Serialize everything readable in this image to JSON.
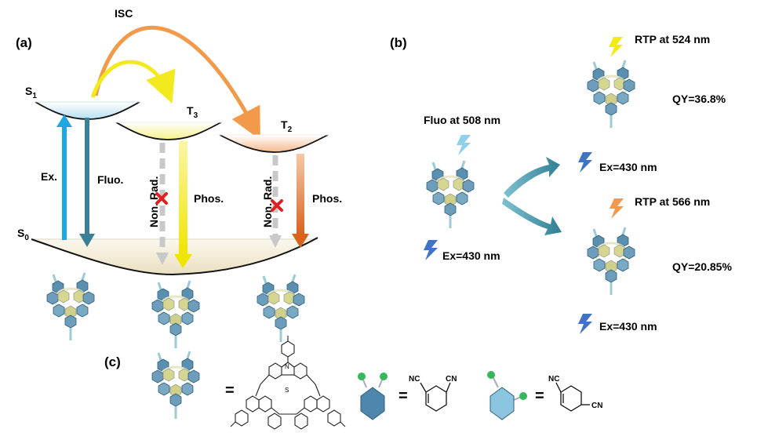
{
  "panel_a": {
    "label": "(a)",
    "isc": "ISC",
    "s1": "S",
    "s1_sub": "1",
    "s0": "S",
    "s0_sub": "0",
    "t3": "T",
    "t3_sub": "3",
    "t2": "T",
    "t2_sub": "2",
    "ex": "Ex.",
    "fluo": "Fluo.",
    "nonrad_1": "Non. Rad.",
    "phos_1": "Phos.",
    "nonrad_2": "Non. Rad.",
    "phos_2": "Phos."
  },
  "panel_b": {
    "label": "(b)",
    "fluo": "Fluo at 508 nm",
    "ex_left": "Ex=430 nm",
    "rtp_top": "RTP at 524 nm",
    "qy_top": "QY=36.8%",
    "ex_top": "Ex=430 nm",
    "rtp_bottom": "RTP at 566 nm",
    "qy_bottom": "QY=20.85%",
    "ex_bottom": "Ex=430 nm"
  },
  "panel_c": {
    "label": "(c)",
    "eq1": "=",
    "eq2": "=",
    "eq3": "=",
    "s_atom": "S",
    "n_atom": "N",
    "nc": "NC",
    "cn": "CN",
    "nc2": "NC",
    "cn2": "CN"
  },
  "colors": {
    "ex_arrow": "#1ea7e0",
    "fluo_arrow": "#3b7f96",
    "isc_orange": "#f39a4a",
    "isc_yellow": "#f2ea1f",
    "phos_yellow": "#f6ef2a",
    "phos_orange": "#e0742a",
    "nonrad_gray": "#c8c8c8",
    "cross_red": "#e02020",
    "molecule_blue": "#5b8fb0",
    "molecule_yellow": "#cfd08a",
    "flow_arrow": "#3a94a4"
  }
}
